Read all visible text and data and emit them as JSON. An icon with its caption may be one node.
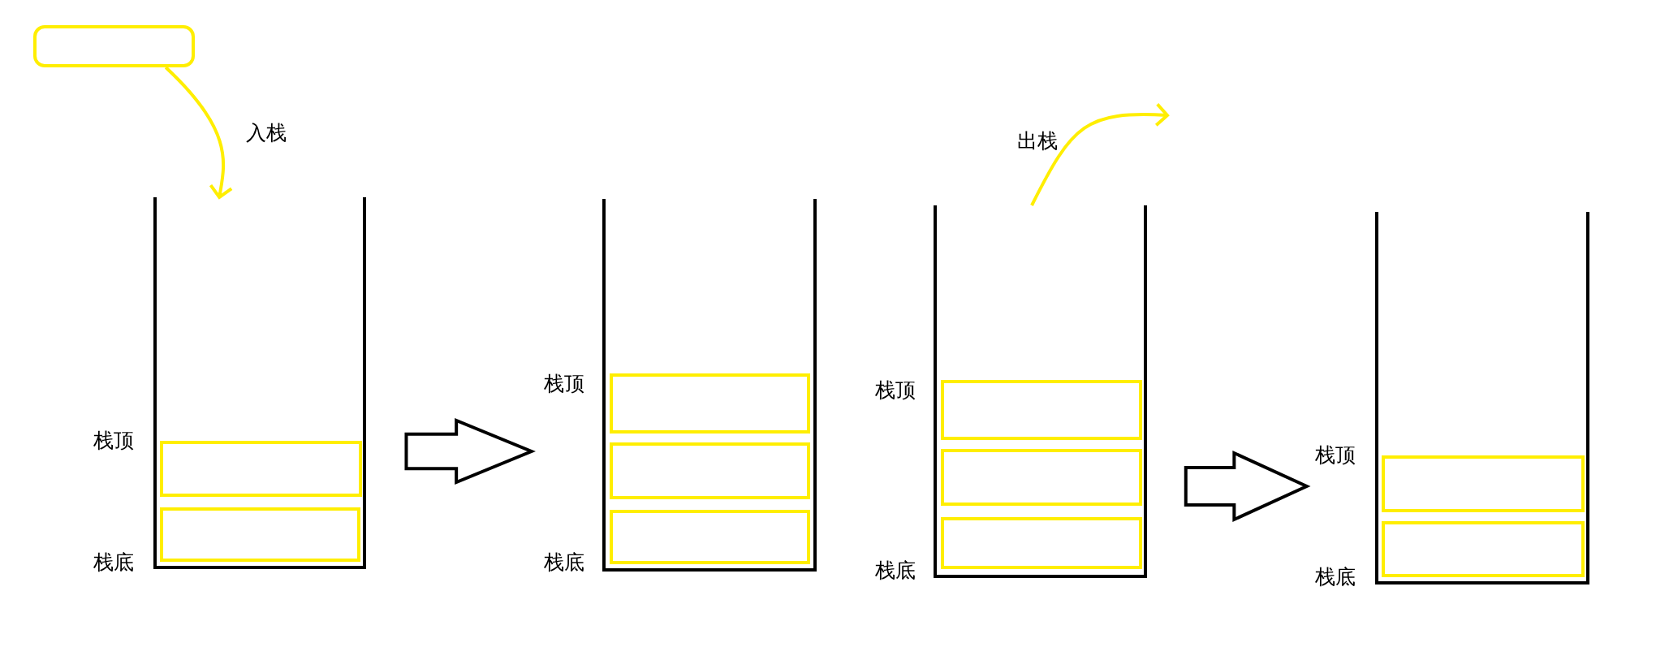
{
  "diagram": {
    "nodes": [
      {
        "text": [],
        "shape": "box"
      },
      {
        "text": [],
        "shape": "box",
        "beside": [
          "栈顶",
          "栈底"
        ]
      },
      {
        "text": [],
        "shape": "box",
        "in": 1
      },
      {
        "text": [],
        "shape": "box",
        "in": 1
      },
      {
        "text": [],
        "shape": "box",
        "beside": [
          "栈顶",
          "栈底"
        ]
      },
      {
        "text": [],
        "shape": "box",
        "in": 4
      },
      {
        "text": [],
        "shape": "box",
        "in": 4
      },
      {
        "text": [],
        "shape": "box",
        "in": 4
      },
      {
        "text": [],
        "shape": "box",
        "beside": [
          "栈顶",
          "栈底"
        ]
      },
      {
        "text": [],
        "shape": "box",
        "in": 8
      },
      {
        "text": [],
        "shape": "box",
        "in": 8
      },
      {
        "text": [],
        "shape": "box",
        "in": 8
      },
      {
        "text": [],
        "shape": "box",
        "beside": [
          "栈顶",
          "栈底"
        ]
      },
      {
        "text": [],
        "shape": "box",
        "in": 12
      },
      {
        "text": [],
        "shape": "box",
        "in": 12
      }
    ],
    "edges": [
      {
        "from": 0,
        "to": 1,
        "arrow": "to",
        "label": "入栈"
      },
      {
        "from": 1,
        "to": 4,
        "arrow": "to"
      },
      {
        "from": 8,
        "to": null,
        "arrow": "to",
        "label": "出栈"
      },
      {
        "from": 8,
        "to": 12,
        "arrow": "to"
      }
    ]
  }
}
